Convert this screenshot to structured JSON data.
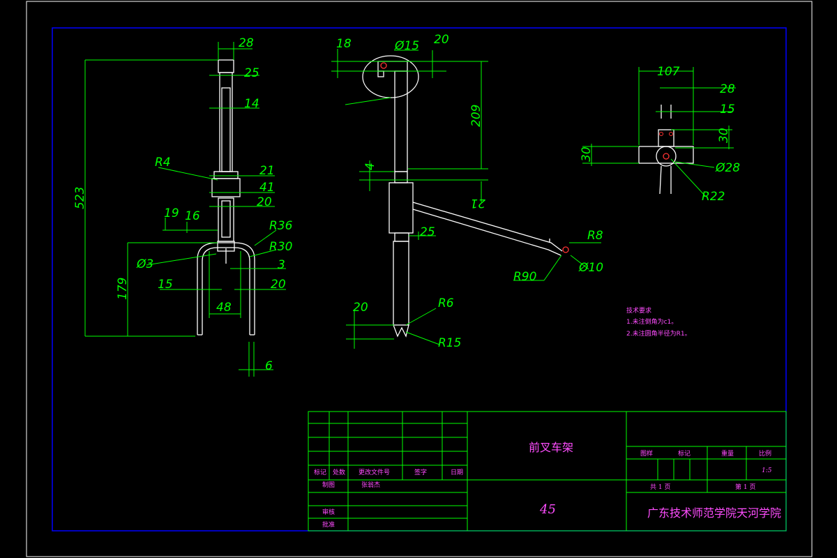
{
  "drawing": {
    "dimensions_front": [
      "28",
      "25",
      "14",
      "R4",
      "21",
      "41",
      "20",
      "19",
      "16",
      "R36",
      "R30",
      "Ø3",
      "3",
      "15",
      "20",
      "48",
      "6",
      "523",
      "179"
    ],
    "dimensions_side": [
      "18",
      "Ø15",
      "20",
      "209",
      "4",
      "21",
      "25",
      "R8",
      "Ø10",
      "R90",
      "20",
      "R6",
      "R15"
    ],
    "dimensions_top": [
      "107",
      "28",
      "15",
      "30",
      "30",
      "Ø28",
      "R22"
    ],
    "notes": {
      "title": "技术要求",
      "line1": "1.未注倒角为c1。",
      "line2": "2.未注圆角半径为R1。"
    }
  },
  "title_block": {
    "part_name": "前叉车架",
    "material": "45",
    "school": "广东技术师范学院天河学院",
    "headers": {
      "mark": "标记",
      "count": "处数",
      "change_doc": "更改文件号",
      "signature": "签字",
      "date": "日期",
      "designer": "制图",
      "drawer": "张翁杰",
      "reviewer": "审核",
      "approver": "批准"
    },
    "right": {
      "stage_mark": "图样",
      "mark": "标记",
      "weight": "重量",
      "scale": "比例",
      "scale_value": "1:5",
      "total_sheets": "共 1 页",
      "sheet_no": "第 1 页"
    }
  }
}
